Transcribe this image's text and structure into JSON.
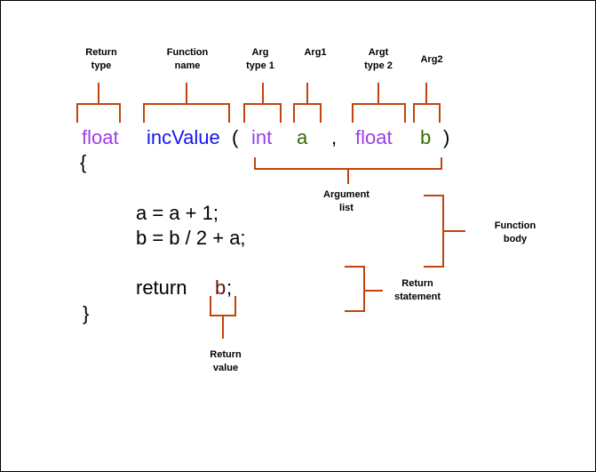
{
  "colors": {
    "keyword": "#9c3fe8",
    "function_name": "#1515ee",
    "arg_name": "#3a6a00",
    "return_value": "#6a0a0a",
    "plain": "#000000",
    "bracket": "#c1440e"
  },
  "labels": {
    "return_type": [
      "Return",
      "type"
    ],
    "function_name": [
      "Function",
      "name"
    ],
    "arg_type_1": [
      "Arg",
      "type 1"
    ],
    "arg1": [
      "Arg1"
    ],
    "arg_type_2": [
      "Argt",
      "type 2"
    ],
    "arg2": [
      "Arg2"
    ],
    "argument_list": [
      "Argument",
      "list"
    ],
    "function_body": [
      "Function",
      "body"
    ],
    "return_statement": [
      "Return",
      "statement"
    ],
    "return_value": [
      "Return",
      "value"
    ]
  },
  "code": {
    "return_type": "float",
    "function_name": "incValue",
    "open_paren": "(",
    "arg_type_1": "int",
    "arg1": "a",
    "comma": ",",
    "arg_type_2": "float",
    "arg2": "b",
    "close_paren": ")",
    "open_brace": "{",
    "line1": "a = a + 1;",
    "line2": "b = b / 2 + a;",
    "return_keyword": "return",
    "return_var": "b",
    "semicolon": ";",
    "close_brace": "}"
  }
}
